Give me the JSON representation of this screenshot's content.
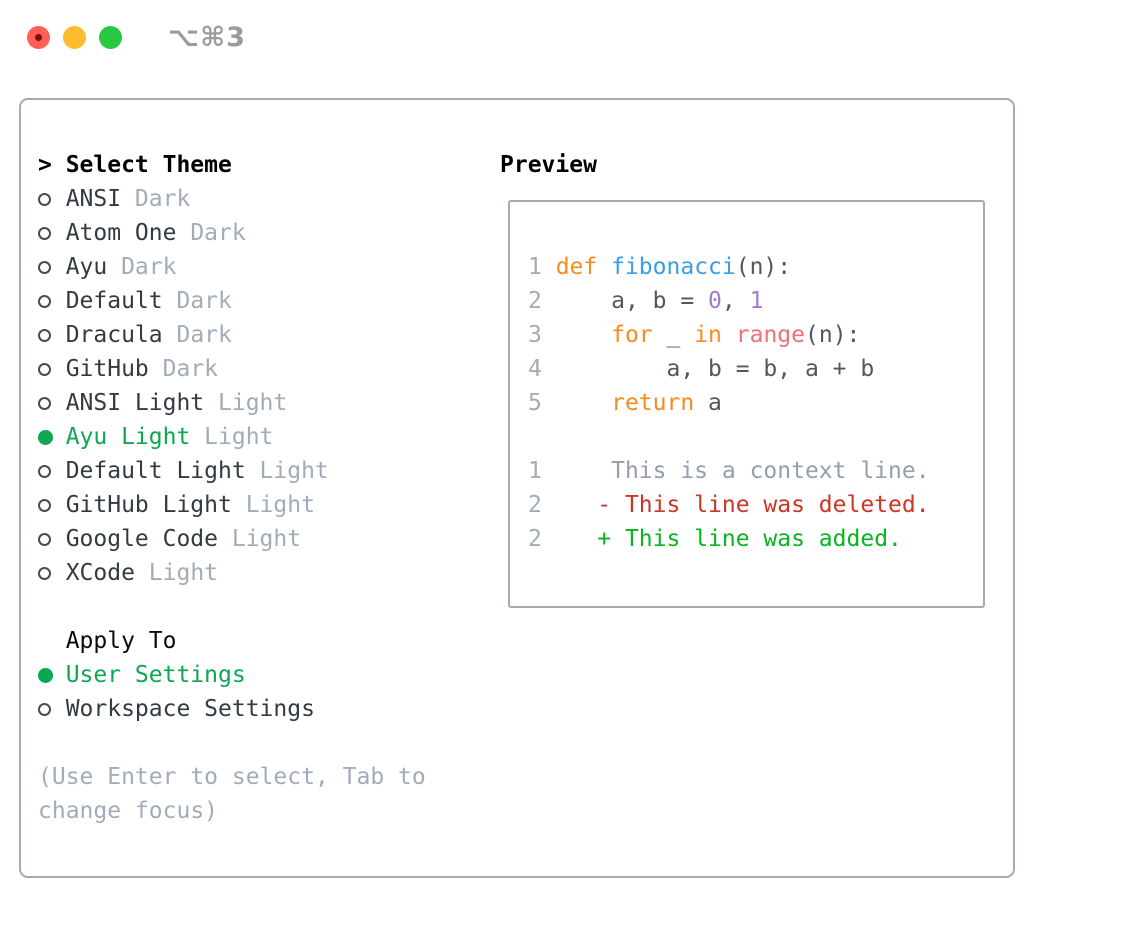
{
  "window": {
    "shortcut": "⌥⌘3"
  },
  "theme_list": {
    "header_prefix": ">",
    "header": "Select Theme",
    "items": [
      {
        "name": "ANSI",
        "variant": "Dark",
        "selected": false
      },
      {
        "name": "Atom One",
        "variant": "Dark",
        "selected": false
      },
      {
        "name": "Ayu",
        "variant": "Dark",
        "selected": false
      },
      {
        "name": "Default",
        "variant": "Dark",
        "selected": false
      },
      {
        "name": "Dracula",
        "variant": "Dark",
        "selected": false
      },
      {
        "name": "GitHub",
        "variant": "Dark",
        "selected": false
      },
      {
        "name": "ANSI Light",
        "variant": "Light",
        "selected": false
      },
      {
        "name": "Ayu Light",
        "variant": "Light",
        "selected": true
      },
      {
        "name": "Default Light",
        "variant": "Light",
        "selected": false
      },
      {
        "name": "GitHub Light",
        "variant": "Light",
        "selected": false
      },
      {
        "name": "Google Code",
        "variant": "Light",
        "selected": false
      },
      {
        "name": "XCode",
        "variant": "Light",
        "selected": false
      }
    ]
  },
  "apply_to": {
    "header": "Apply To",
    "items": [
      {
        "label": "User Settings",
        "selected": true
      },
      {
        "label": "Workspace Settings",
        "selected": false
      }
    ]
  },
  "help_text": "(Use Enter to select, Tab to change focus)",
  "preview": {
    "header": "Preview",
    "code_lines": [
      {
        "num": "1",
        "tokens": [
          {
            "text": "def",
            "color": "keyword"
          },
          {
            "text": " ",
            "color": "default"
          },
          {
            "text": "fibonacci",
            "color": "function"
          },
          {
            "text": "(n):",
            "color": "default"
          }
        ]
      },
      {
        "num": "2",
        "tokens": [
          {
            "text": "    a, b = ",
            "color": "default"
          },
          {
            "text": "0",
            "color": "number"
          },
          {
            "text": ", ",
            "color": "default"
          },
          {
            "text": "1",
            "color": "number"
          }
        ]
      },
      {
        "num": "3",
        "tokens": [
          {
            "text": "    ",
            "color": "default"
          },
          {
            "text": "for",
            "color": "keyword"
          },
          {
            "text": " _ ",
            "color": "default"
          },
          {
            "text": "in",
            "color": "keyword"
          },
          {
            "text": " ",
            "color": "default"
          },
          {
            "text": "range",
            "color": "special"
          },
          {
            "text": "(n):",
            "color": "default"
          }
        ]
      },
      {
        "num": "4",
        "tokens": [
          {
            "text": "        a, b = b, a + b",
            "color": "default"
          }
        ]
      },
      {
        "num": "5",
        "tokens": [
          {
            "text": "    ",
            "color": "default"
          },
          {
            "text": "return",
            "color": "keyword"
          },
          {
            "text": " a",
            "color": "default"
          }
        ]
      }
    ],
    "diff_lines": [
      {
        "num": "1",
        "kind": "context",
        "text": "    This is a context line."
      },
      {
        "num": "2",
        "kind": "deleted",
        "text": "   - This line was deleted."
      },
      {
        "num": "2",
        "kind": "added",
        "text": "   + This line was added."
      }
    ]
  },
  "colors": {
    "accent_green": "#0ca750",
    "added_green": "#06b51f",
    "deleted_red": "#cc3524",
    "keyword_orange": "#f68b1f",
    "function_blue": "#399ee6",
    "number_purple": "#a37acc",
    "special_coral": "#f07171",
    "code_default": "#50575f",
    "text_primary": "#333a41",
    "muted_gray": "#a2acb9",
    "border": "#a4abb6",
    "traffic_red": "#ff5f57",
    "traffic_yellow": "#febc2e",
    "traffic_green": "#28c840"
  }
}
